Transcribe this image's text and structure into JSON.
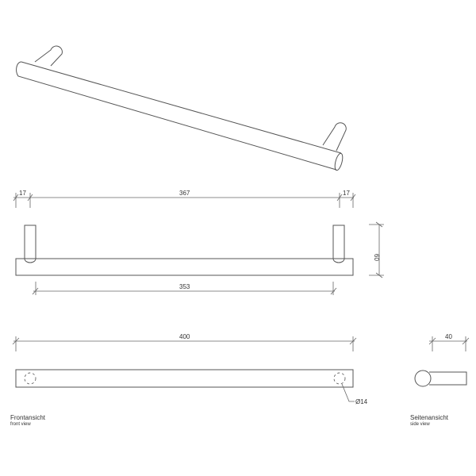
{
  "drawing": {
    "dimensions": {
      "top_left_offset": "17",
      "top_span": "367",
      "top_right_offset": "17",
      "height": "60",
      "inner_span": "353",
      "total_length": "400",
      "side_depth": "40",
      "diameter": "Ø14"
    },
    "views": {
      "front": {
        "title": "Frontansicht",
        "subtitle": "front view"
      },
      "side": {
        "title": "Seitenansicht",
        "subtitle": "side view"
      }
    },
    "colors": {
      "line": "#555555",
      "text": "#333333",
      "background": "#ffffff"
    }
  }
}
